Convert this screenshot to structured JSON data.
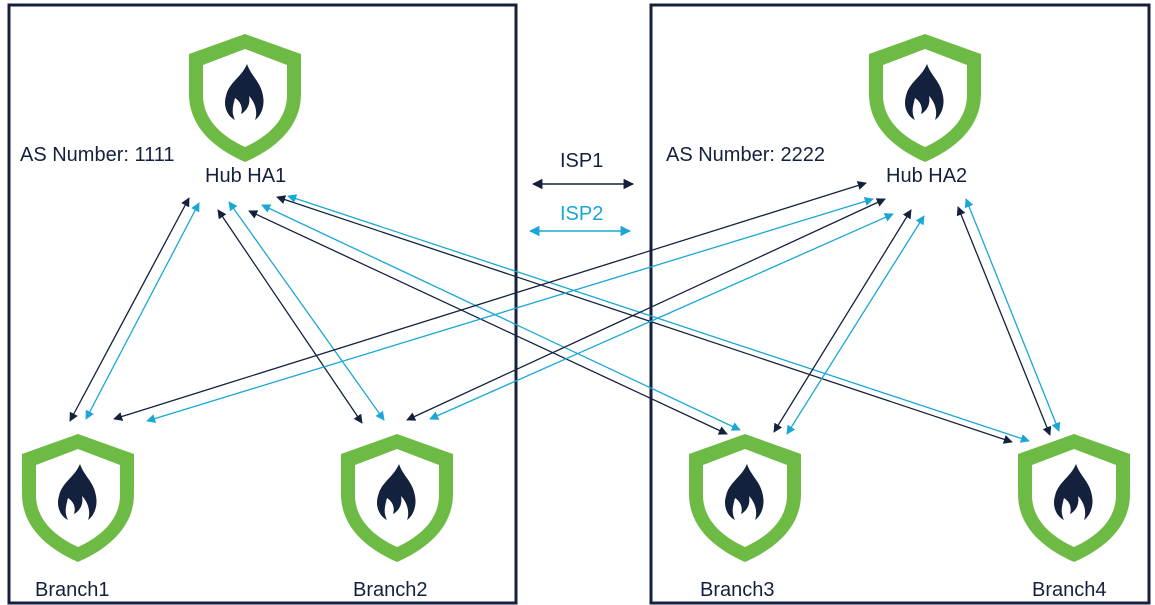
{
  "diagram": {
    "left_site": {
      "as_number": "AS Number: 1111",
      "hub": "Hub HA1",
      "branches": [
        "Branch1",
        "Branch2"
      ]
    },
    "right_site": {
      "as_number": "AS Number: 2222",
      "hub": "Hub HA2",
      "branches": [
        "Branch3",
        "Branch4"
      ]
    },
    "legend": {
      "isp1": "ISP1",
      "isp2": "ISP2"
    },
    "colors": {
      "isp1": "#14213d",
      "isp2": "#1aa7d6",
      "shield": "#6dbb45",
      "flame": "#14213d",
      "border": "#14213d"
    },
    "links": [
      {
        "from": "Hub HA1",
        "to": "Branch1",
        "isp": "ISP1"
      },
      {
        "from": "Hub HA1",
        "to": "Branch1",
        "isp": "ISP2"
      },
      {
        "from": "Hub HA1",
        "to": "Branch2",
        "isp": "ISP1"
      },
      {
        "from": "Hub HA1",
        "to": "Branch2",
        "isp": "ISP2"
      },
      {
        "from": "Hub HA1",
        "to": "Branch3",
        "isp": "ISP1"
      },
      {
        "from": "Hub HA1",
        "to": "Branch3",
        "isp": "ISP2"
      },
      {
        "from": "Hub HA1",
        "to": "Branch4",
        "isp": "ISP1"
      },
      {
        "from": "Hub HA1",
        "to": "Branch4",
        "isp": "ISP2"
      },
      {
        "from": "Hub HA2",
        "to": "Branch1",
        "isp": "ISP1"
      },
      {
        "from": "Hub HA2",
        "to": "Branch1",
        "isp": "ISP2"
      },
      {
        "from": "Hub HA2",
        "to": "Branch2",
        "isp": "ISP1"
      },
      {
        "from": "Hub HA2",
        "to": "Branch2",
        "isp": "ISP2"
      },
      {
        "from": "Hub HA2",
        "to": "Branch3",
        "isp": "ISP1"
      },
      {
        "from": "Hub HA2",
        "to": "Branch3",
        "isp": "ISP2"
      },
      {
        "from": "Hub HA2",
        "to": "Branch4",
        "isp": "ISP1"
      },
      {
        "from": "Hub HA2",
        "to": "Branch4",
        "isp": "ISP2"
      }
    ]
  }
}
